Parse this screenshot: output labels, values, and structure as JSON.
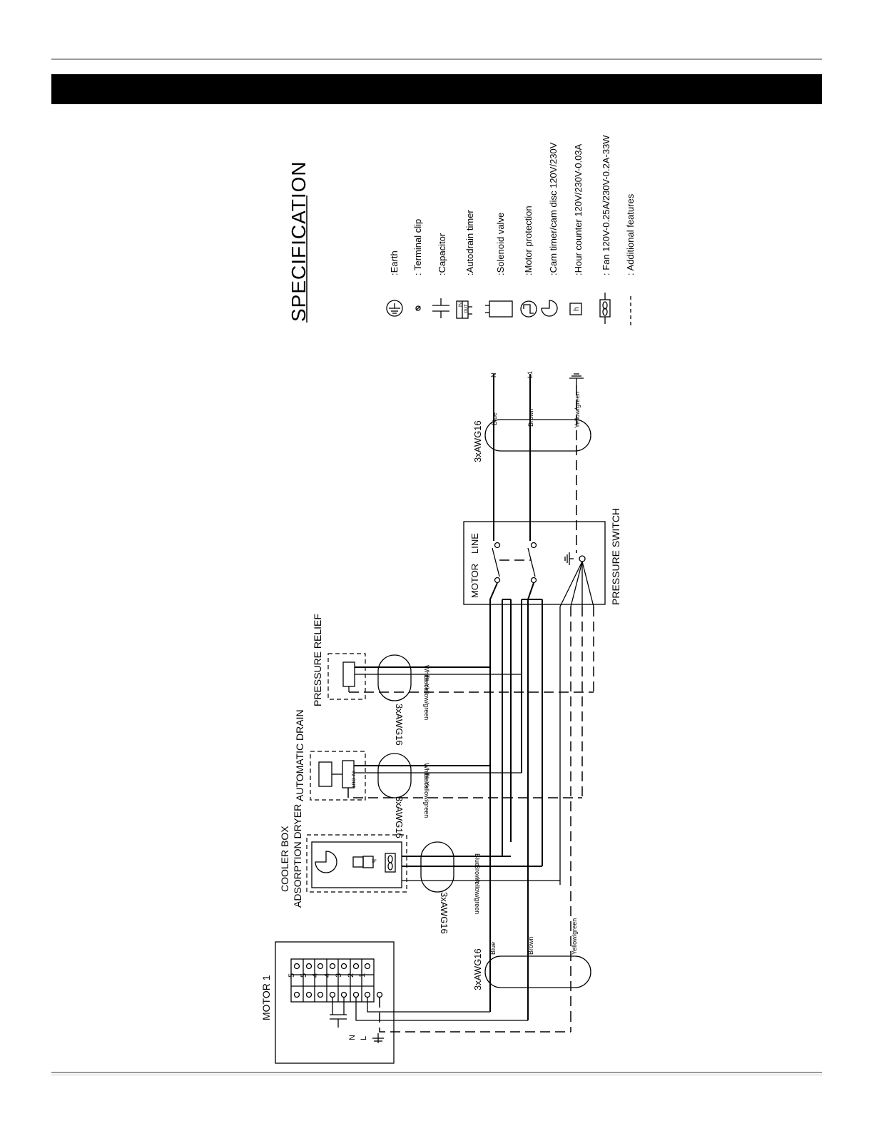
{
  "spec": {
    "title": "SPECIFICATION",
    "items": [
      {
        "icon": "earth-icon",
        "label": ":Earth"
      },
      {
        "icon": "terminal-clip-icon",
        "label": ": Terminal clip"
      },
      {
        "icon": "capacitor-icon",
        "label": ":Capacitor"
      },
      {
        "icon": "autodrain-timer-icon",
        "label": ":Autodrain timer"
      },
      {
        "icon": "solenoid-valve-icon",
        "label": ":Solenoid valve"
      },
      {
        "icon": "motor-protection-icon",
        "label": ":Motor protection"
      },
      {
        "icon": "cam-timer-icon",
        "label": ":Cam timer/cam disc 120V/230V"
      },
      {
        "icon": "hour-counter-icon",
        "label": ":Hour counter 120V/230V-0.03A"
      },
      {
        "icon": "fan-icon",
        "label": ": Fan 120V-0.25A/230V-0.2A-33W"
      },
      {
        "icon": "additional-features-dashed-line",
        "label": ": Additional features"
      }
    ]
  },
  "supply": {
    "cable": "3xAWG16",
    "wires": [
      "Blue",
      "Brown",
      "Yellow/green"
    ],
    "terminals": [
      "N",
      "L1"
    ]
  },
  "pressure_switch": {
    "title": "PRESSURE SWITCH",
    "motor_label": "MOTOR",
    "line_label": "LINE"
  },
  "pressure_relief": {
    "title": "PRESSURE RELIEF",
    "cable": "3xAWG16",
    "wires": [
      "White",
      "Black",
      "Yellow/green"
    ]
  },
  "automatic_drain": {
    "title": "AUTOMATIC DRAIN",
    "cable": "3xAWG16",
    "wires": [
      "White",
      "Black",
      "Yellow/green"
    ],
    "in_label": "IN",
    "out_label": "OUT"
  },
  "cooler_box": {
    "title_line1": "COOLER BOX",
    "title_line2": "ADSORPTION DRYER",
    "cable": "3xAWG16",
    "wires": [
      "Blue",
      "Brown",
      "Yellow/green"
    ]
  },
  "motor": {
    "title": "MOTOR 1",
    "cable": "3xAWG16",
    "wires": [
      "Blue",
      "Brown",
      "Yellow/green"
    ],
    "terminal_numbers": [
      "5",
      "5",
      "4",
      "4",
      "3",
      "2",
      "1"
    ],
    "supply_labels": [
      "N",
      "L"
    ]
  },
  "timer_labels": {
    "in": "IN",
    "out": "OUT"
  },
  "hour_counter_symbol": "h"
}
